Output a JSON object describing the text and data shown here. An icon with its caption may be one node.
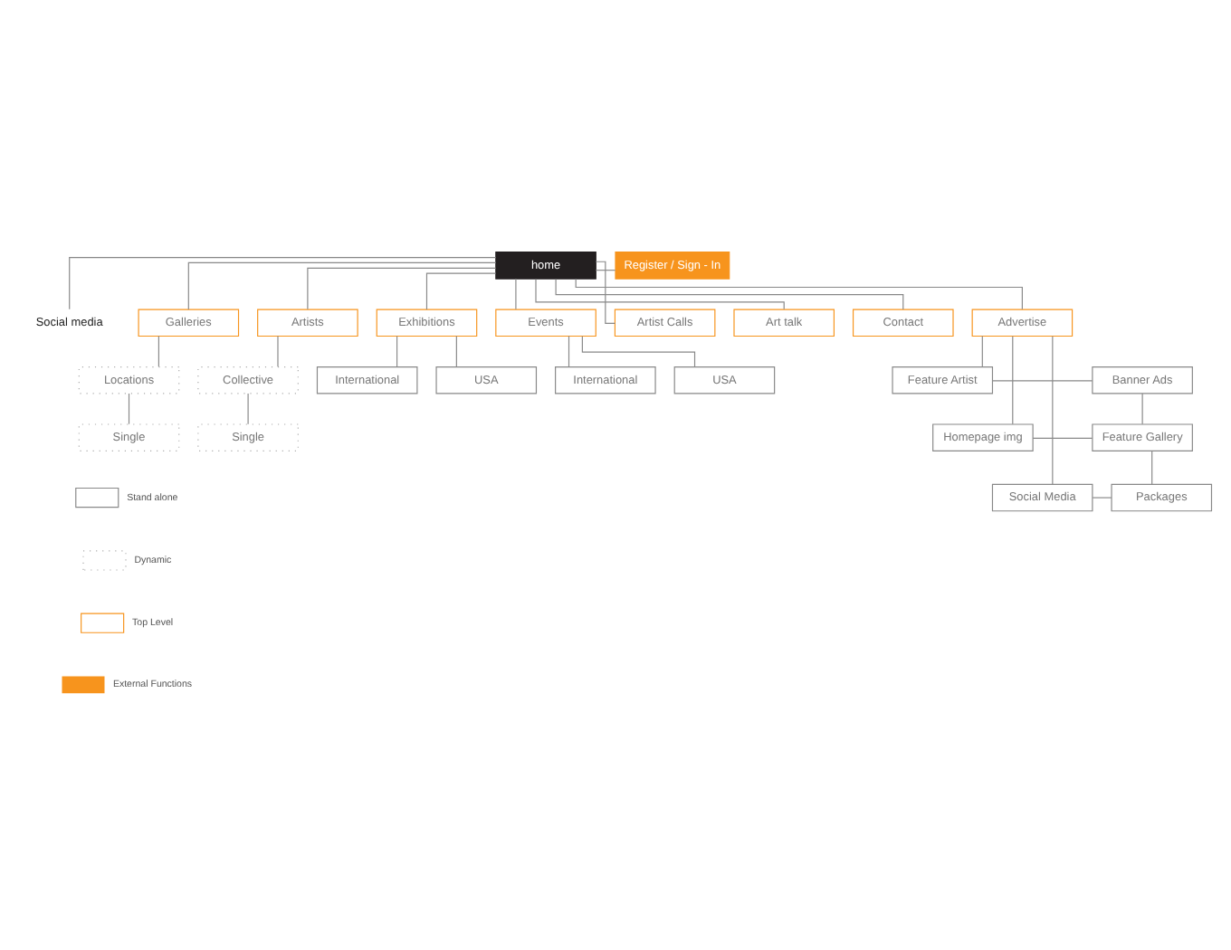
{
  "diagram": {
    "nodes": [
      {
        "text": [
          "Social media"
        ]
      },
      {
        "text": [
          "home"
        ]
      },
      {
        "text": [
          "Register / Sign - In"
        ]
      },
      {
        "text": [
          "Galleries"
        ]
      },
      {
        "text": [
          "Artists"
        ]
      },
      {
        "text": [
          "Exhibitions"
        ]
      },
      {
        "text": [
          "Events"
        ]
      },
      {
        "text": [
          "Artist Calls"
        ]
      },
      {
        "text": [
          "Art talk"
        ]
      },
      {
        "text": [
          "Locations"
        ]
      },
      {
        "text": [
          "International"
        ]
      },
      {
        "text": [
          "International"
        ]
      },
      {
        "text": [
          "USA"
        ]
      },
      {
        "text": [
          "USA"
        ]
      },
      {
        "text": [
          "Single"
        ]
      },
      {
        "text": [
          "Collective"
        ]
      },
      {
        "text": [
          "Contact"
        ]
      },
      {
        "text": [
          "Single"
        ]
      },
      {
        "text": [
          "Advertise"
        ]
      },
      {
        "text": [
          "Feature Artist"
        ]
      },
      {
        "text": [
          "Banner Ads"
        ]
      },
      {
        "text": [
          "Homepage img"
        ]
      },
      {
        "text": [
          "Feature Gallery"
        ]
      },
      {
        "text": [
          "Social Media"
        ]
      },
      {
        "text": [
          "Packages"
        ]
      }
    ],
    "edges": [
      {
        "from": 1,
        "to": 2,
        "arrow": "none"
      },
      {
        "from": 1,
        "to": 0,
        "arrow": "none"
      },
      {
        "from": 1,
        "to": 3,
        "arrow": "none"
      },
      {
        "from": 1,
        "to": 4,
        "arrow": "none"
      },
      {
        "from": 1,
        "to": 5,
        "arrow": "none"
      },
      {
        "from": 1,
        "to": 6,
        "arrow": "none"
      },
      {
        "from": 1,
        "to": 7,
        "arrow": "none"
      },
      {
        "from": 1,
        "to": 8,
        "arrow": "none"
      },
      {
        "from": 1,
        "to": 16,
        "arrow": "none"
      },
      {
        "from": 1,
        "to": 18,
        "arrow": "none"
      },
      {
        "from": 3,
        "to": 9,
        "arrow": "none"
      },
      {
        "from": 9,
        "to": 14,
        "arrow": "none"
      },
      {
        "from": 5,
        "to": 10,
        "arrow": "none"
      },
      {
        "from": 5,
        "to": 12,
        "arrow": "none"
      },
      {
        "from": 6,
        "to": 11,
        "arrow": "none"
      },
      {
        "from": 6,
        "to": 13,
        "arrow": "none"
      },
      {
        "from": 4,
        "to": 15,
        "arrow": "none"
      },
      {
        "from": 15,
        "to": 17,
        "arrow": "none"
      },
      {
        "from": 18,
        "to": 19,
        "arrow": "none"
      },
      {
        "from": 18,
        "to": 21,
        "arrow": "none"
      },
      {
        "from": 18,
        "to": 23,
        "arrow": "none"
      },
      {
        "from": 19,
        "to": 20,
        "arrow": "none"
      },
      {
        "from": 21,
        "to": 22,
        "arrow": "none"
      },
      {
        "from": 23,
        "to": 24,
        "arrow": "none"
      },
      {
        "from": 20,
        "to": 22,
        "arrow": "none"
      },
      {
        "from": 22,
        "to": 24,
        "arrow": "none"
      }
    ],
    "legend": [
      {
        "text": "Stand alone"
      },
      {
        "text": "Dynamic"
      },
      {
        "text": "Top Level"
      },
      {
        "text": "External Functions",
        "color": "#f7941d"
      }
    ]
  }
}
